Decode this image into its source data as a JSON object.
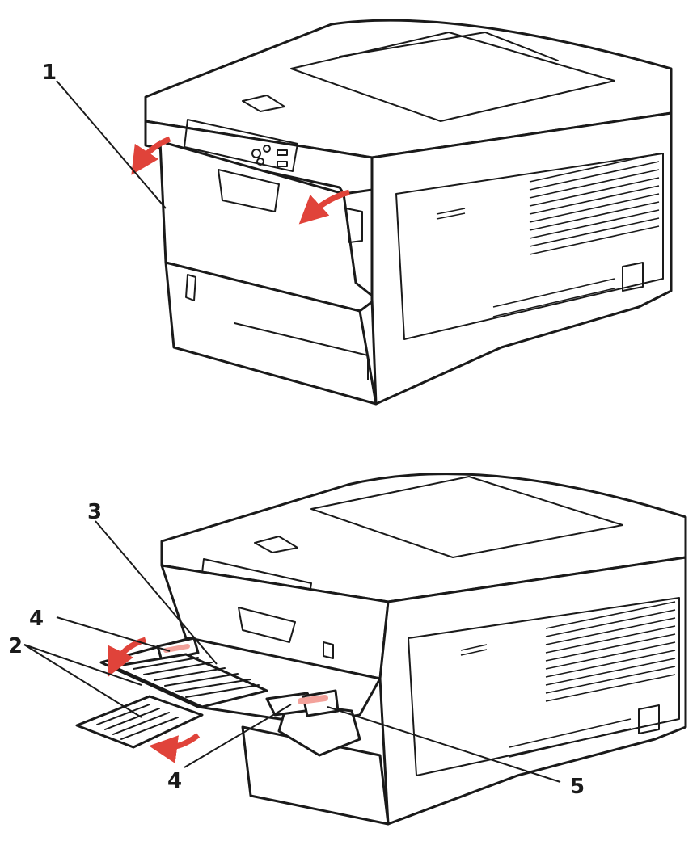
{
  "figure": {
    "top_printer": {
      "callouts": [
        {
          "id": "callout-1",
          "label": "1"
        }
      ]
    },
    "bottom_printer": {
      "callouts": [
        {
          "id": "callout-2",
          "label": "2"
        },
        {
          "id": "callout-3",
          "label": "3"
        },
        {
          "id": "callout-4-top",
          "label": "4"
        },
        {
          "id": "callout-4-bottom",
          "label": "4"
        },
        {
          "id": "callout-5",
          "label": "5"
        }
      ]
    },
    "colors": {
      "line": "#1a1a1a",
      "arrow": "#e0433a",
      "highlight": "#f3a29b",
      "paper": "#ffffff"
    },
    "icons": [
      "curved-arrow-icon",
      "paper-stack-icon",
      "grille-vent-icon"
    ]
  }
}
